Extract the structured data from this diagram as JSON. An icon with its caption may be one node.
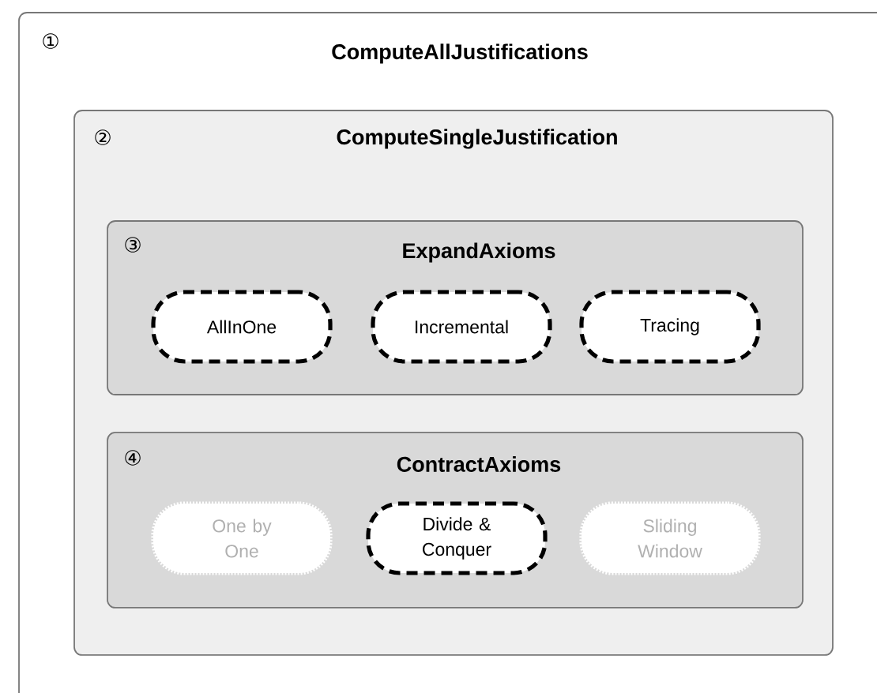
{
  "diagram": {
    "nodes": [
      {
        "text": [
          "①",
          "ComputeAllJustifications"
        ]
      },
      {
        "text": [
          "②",
          "ComputeSingleJustification"
        ],
        "in": 0
      },
      {
        "text": [
          "③",
          "ExpandAxioms"
        ],
        "in": 1
      },
      {
        "text": [
          "AllInOne"
        ],
        "in": 2
      },
      {
        "text": [
          "Incremental"
        ],
        "in": 2
      },
      {
        "text": [
          "Tracing"
        ],
        "in": 2
      },
      {
        "text": [
          "④",
          "ContractAxioms"
        ],
        "in": 1
      },
      {
        "text": [
          "One by One"
        ],
        "in": 6
      },
      {
        "text": [
          "Divide & Conquer"
        ],
        "in": 6
      },
      {
        "text": [
          "Sliding Window"
        ],
        "in": 6
      }
    ]
  }
}
